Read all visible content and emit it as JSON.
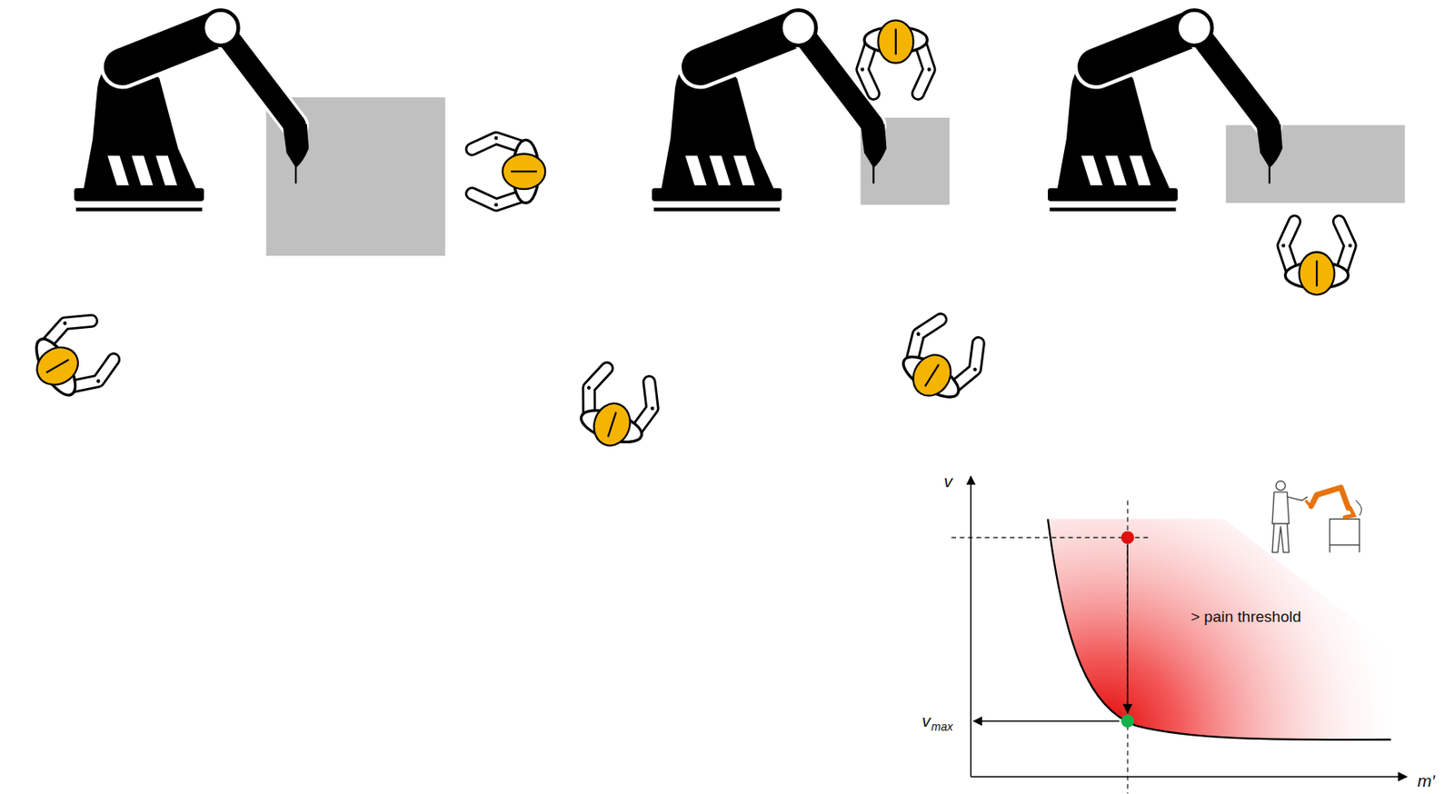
{
  "diagram": {
    "labels": [
      "v",
      "m′",
      "v",
      "max",
      "> pain threshold"
    ]
  }
}
